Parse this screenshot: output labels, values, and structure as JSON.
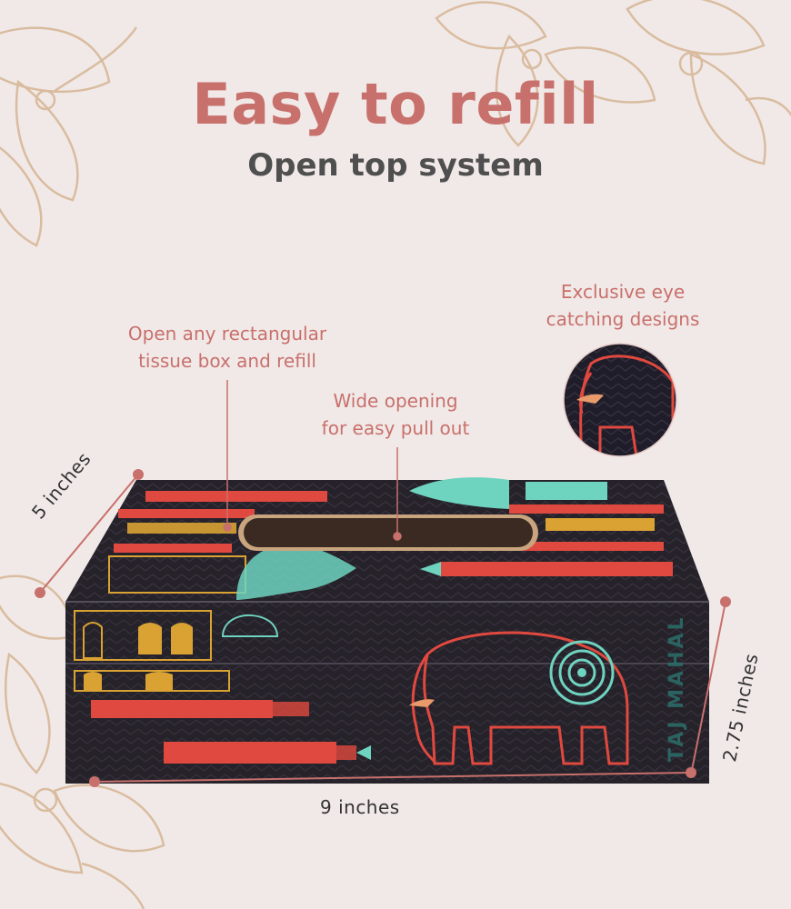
{
  "header": {
    "title": "Easy to refill",
    "subtitle": "Open top system"
  },
  "callouts": {
    "refill_line1": "Open any rectangular",
    "refill_line2": "tissue box and refill",
    "opening_line1": "Wide opening",
    "opening_line2": "for easy pull out",
    "design_line1": "Exclusive eye",
    "design_line2": "catching designs"
  },
  "dimensions": {
    "depth": "5 inches",
    "width": "9 inches",
    "height": "2.75 inches"
  },
  "product": {
    "side_label": "TAJ MAHAL"
  },
  "colors": {
    "background": "#f1e9e7",
    "accent": "#c8706c",
    "subtitle": "#4f4f4f",
    "box_body": "#26222a",
    "pattern_red": "#e0493f",
    "pattern_teal": "#6ed3bf",
    "pattern_gold": "#d9a233",
    "flower_outline": "#d7b899"
  }
}
